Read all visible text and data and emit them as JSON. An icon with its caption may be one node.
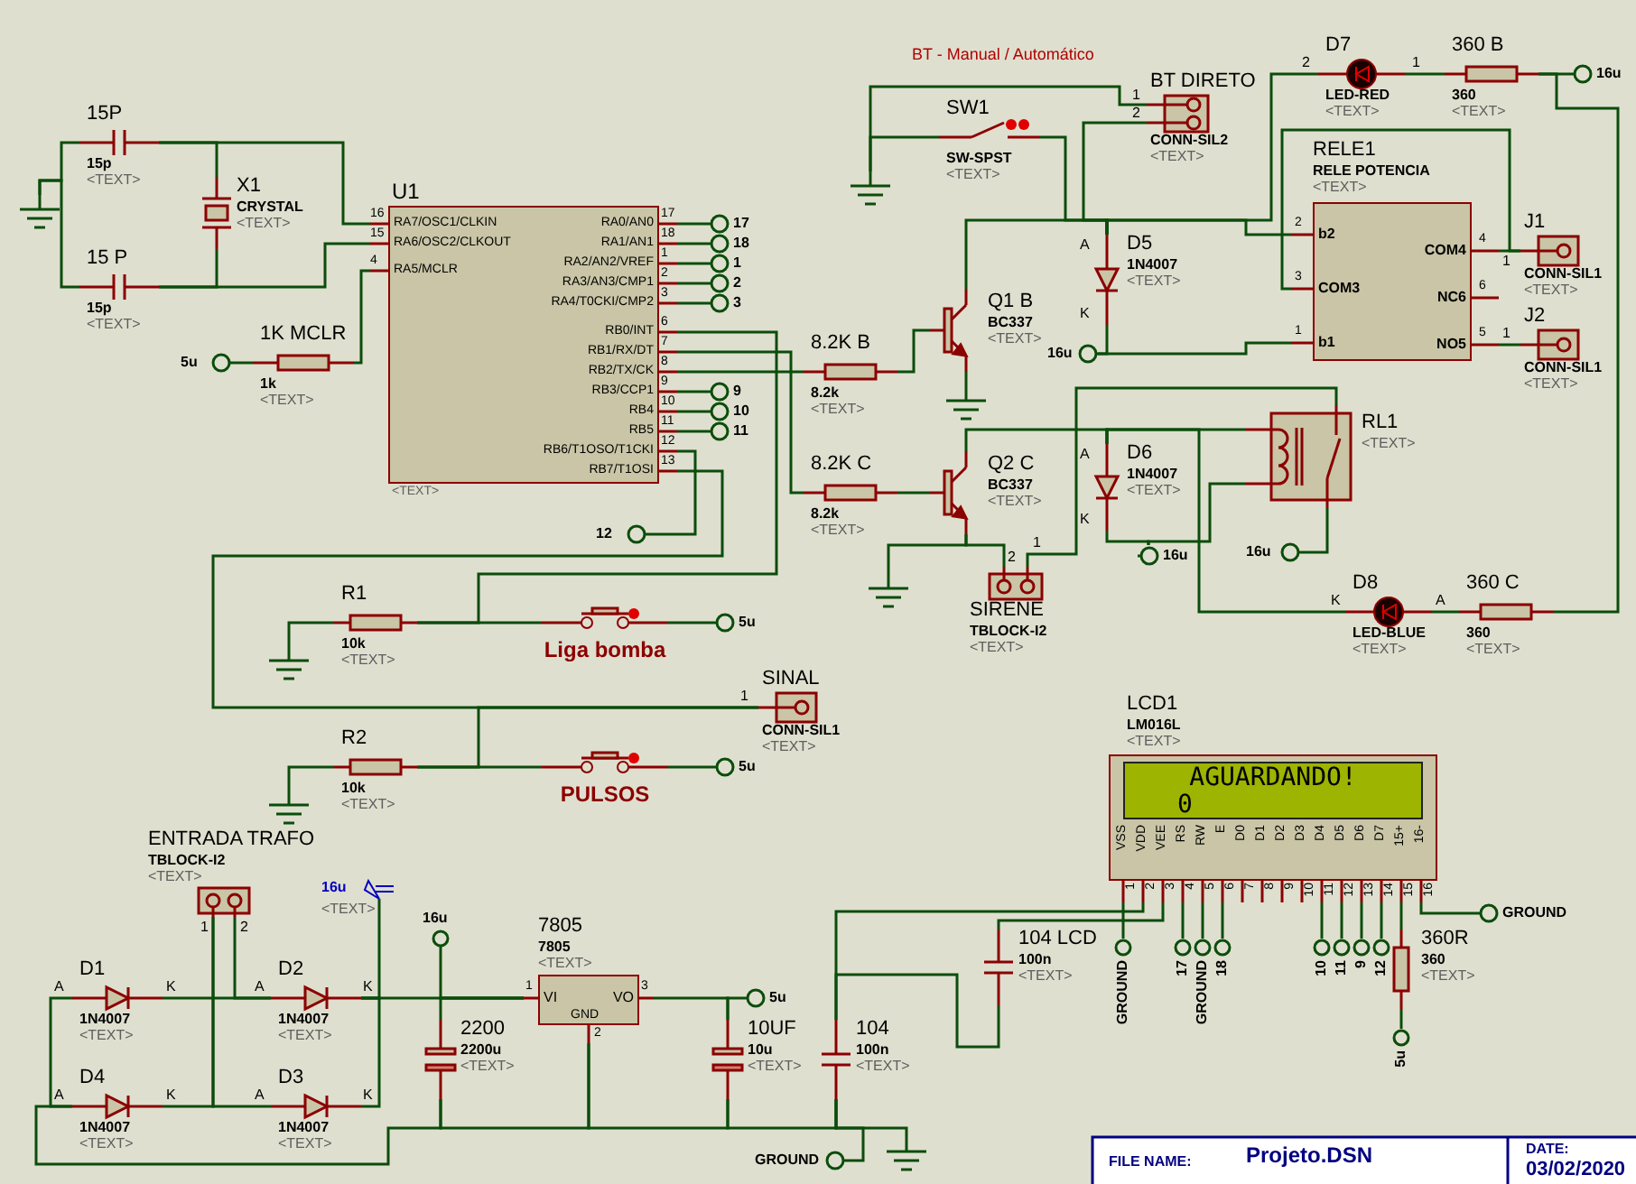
{
  "diagram": {
    "nodes": [
      {
        "text": [
          "15P",
          "15p",
          "<TEXT>"
        ]
      },
      {
        "text": [
          "15 P",
          "15p",
          "<TEXT>"
        ]
      },
      {
        "text": [
          "X1",
          "CRYSTAL",
          "<TEXT>"
        ]
      },
      {
        "text": [],
        "shape": "ground"
      },
      {
        "text": [
          "U1",
          "16",
          "RA7/OSC1/CLKIN",
          "15",
          "RA6/OSC2/CLKOUT",
          "4",
          "RA5/MCLR",
          "17",
          "RA0/AN0",
          "18",
          "RA1/AN1",
          "1",
          "RA2/AN2/VREF",
          "2",
          "RA3/AN3/CMP1",
          "3",
          "RA4/T0CKI/CMP2",
          "6",
          "RB0/INT",
          "7",
          "RB1/RX/DT",
          "8",
          "RB2/TX/CK",
          "9",
          "RB3/CCP1",
          "10",
          "RB4",
          "11",
          "RB5",
          "12",
          "RB6/T1OSO/T1CKI",
          "13",
          "RB7/T1OSI",
          "<TEXT>"
        ]
      },
      {
        "text": [
          "5u"
        ]
      },
      {
        "text": [
          "1K MCLR",
          "1k",
          "<TEXT>"
        ]
      },
      {
        "text": [
          "17"
        ]
      },
      {
        "text": [
          "18"
        ]
      },
      {
        "text": [
          "1"
        ]
      },
      {
        "text": [
          "2"
        ]
      },
      {
        "text": [
          "3"
        ]
      },
      {
        "text": [
          "9"
        ]
      },
      {
        "text": [
          "10"
        ]
      },
      {
        "text": [
          "11"
        ]
      },
      {
        "text": [
          "12"
        ]
      },
      {
        "text": [
          "8.2K B",
          "8.2k",
          "<TEXT>"
        ]
      },
      {
        "text": [
          "Q1 B",
          "BC337",
          "<TEXT>"
        ]
      },
      {
        "text": [],
        "shape": "ground"
      },
      {
        "text": [
          "8.2K C",
          "8.2k",
          "<TEXT>"
        ]
      },
      {
        "text": [
          "Q2 C",
          "BC337",
          "<TEXT>"
        ]
      },
      {
        "text": [],
        "shape": "ground"
      },
      {
        "text": [
          "SIRENE",
          "TBLOCK-I2",
          "<TEXT>"
        ]
      },
      {
        "text": [
          "SW1",
          "SW-SPST",
          "<TEXT>"
        ]
      },
      {
        "text": [],
        "shape": "ground"
      },
      {
        "text": [
          "BT DIRETO",
          "CONN-SIL2",
          "<TEXT>"
        ]
      },
      {
        "text": [
          "D7",
          "LED-RED",
          "<TEXT>"
        ]
      },
      {
        "text": [
          "360 B",
          "360",
          "<TEXT>"
        ]
      },
      {
        "text": [
          "16u"
        ]
      },
      {
        "text": [
          "D5",
          "1N4007",
          "<TEXT>"
        ],
        "beside": [
          "A",
          "K"
        ]
      },
      {
        "text": [
          "16u"
        ]
      },
      {
        "text": [
          "RELE1",
          "RELE POTENCIA",
          "<TEXT>",
          "b2",
          "COM3",
          "b1",
          "COM4",
          "NC6",
          "NO5",
          "2",
          "3",
          "1",
          "4",
          "6",
          "5"
        ]
      },
      {
        "text": [
          "J1",
          "CONN-SIL1",
          "<TEXT>"
        ]
      },
      {
        "text": [
          "J2",
          "CONN-SIL1",
          "<TEXT>"
        ]
      },
      {
        "text": [
          "D6",
          "1N4007",
          "<TEXT>"
        ],
        "beside": [
          "A",
          "K"
        ]
      },
      {
        "text": [
          "16u"
        ]
      },
      {
        "text": [
          "RL1",
          "<TEXT>"
        ]
      },
      {
        "text": [
          "16u"
        ]
      },
      {
        "text": [
          "D8",
          "LED-BLUE",
          "<TEXT>"
        ],
        "beside": [
          "K",
          "A"
        ]
      },
      {
        "text": [
          "360 C",
          "360",
          "<TEXT>"
        ]
      },
      {
        "text": [
          "R1",
          "10k",
          "<TEXT>"
        ]
      },
      {
        "text": [],
        "shape": "ground"
      },
      {
        "text": [
          "Liga bomba"
        ]
      },
      {
        "text": [
          "5u"
        ]
      },
      {
        "text": [
          "SINAL",
          "CONN-SIL1",
          "<TEXT>"
        ]
      },
      {
        "text": [
          "R2",
          "10k",
          "<TEXT>"
        ]
      },
      {
        "text": [],
        "shape": "ground"
      },
      {
        "text": [
          "PULSOS"
        ]
      },
      {
        "text": [
          "5u"
        ]
      },
      {
        "text": [
          "LCD1",
          "LM016L",
          "<TEXT>",
          "AGUARDANDO!",
          "0",
          "VSS",
          "VDD",
          "VEE",
          "RS",
          "RW",
          "E",
          "D0",
          "D1",
          "D2",
          "D3",
          "D4",
          "D5",
          "D6",
          "D7",
          "15+",
          "16-",
          "1",
          "2",
          "3",
          "4",
          "5",
          "6",
          "7",
          "8",
          "9",
          "10",
          "11",
          "12",
          "13",
          "14",
          "15",
          "16"
        ]
      },
      {
        "text": [
          "ENTRADA TRAFO",
          "TBLOCK-I2",
          "<TEXT>"
        ]
      },
      {
        "text": [
          "16u",
          "<TEXT>"
        ]
      },
      {
        "text": [
          "16u"
        ]
      },
      {
        "text": [
          "7805",
          "7805",
          "<TEXT>",
          "VI",
          "VO",
          "GND",
          "1",
          "3",
          "2"
        ]
      },
      {
        "text": [
          "D1",
          "1N4007",
          "<TEXT>"
        ],
        "beside": [
          "A",
          "K"
        ]
      },
      {
        "text": [
          "D2",
          "1N4007",
          "<TEXT>"
        ],
        "beside": [
          "A",
          "K"
        ]
      },
      {
        "text": [
          "D4",
          "1N4007",
          "<TEXT>"
        ],
        "beside": [
          "A",
          "K"
        ]
      },
      {
        "text": [
          "D3",
          "1N4007",
          "<TEXT>"
        ],
        "beside": [
          "A",
          "K"
        ]
      },
      {
        "text": [
          "2200",
          "2200u",
          "<TEXT>"
        ]
      },
      {
        "text": [
          "10UF",
          "10u",
          "<TEXT>"
        ]
      },
      {
        "text": [
          "104",
          "100n",
          "<TEXT>"
        ]
      },
      {
        "text": [
          "5u"
        ]
      },
      {
        "text": [],
        "shape": "ground"
      },
      {
        "text": [
          "GROUND"
        ]
      },
      {
        "text": [
          "104 LCD",
          "100n",
          "<TEXT>"
        ]
      },
      {
        "text": [
          "GROUND"
        ]
      },
      {
        "text": [
          "17"
        ]
      },
      {
        "text": [
          "GROUND"
        ]
      },
      {
        "text": [
          "18"
        ]
      },
      {
        "text": [
          "10"
        ]
      },
      {
        "text": [
          "11"
        ]
      },
      {
        "text": [
          "9"
        ]
      },
      {
        "text": [
          "12"
        ]
      },
      {
        "text": [
          "360R",
          "360",
          "<TEXT>"
        ]
      },
      {
        "text": [
          "5u"
        ]
      },
      {
        "text": [
          "GROUND"
        ]
      }
    ],
    "edges": [
      {
        "from": 0,
        "to": 4,
        "arrow": "none"
      },
      {
        "from": 2,
        "to": 0,
        "arrow": "none"
      },
      {
        "from": 1,
        "to": 4,
        "arrow": "none"
      },
      {
        "from": 2,
        "to": 1,
        "arrow": "none"
      },
      {
        "from": 0,
        "to": 3,
        "arrow": "none"
      },
      {
        "from": 1,
        "to": 3,
        "arrow": "none"
      },
      {
        "from": 5,
        "to": 6,
        "arrow": "none"
      },
      {
        "from": 6,
        "to": 4,
        "arrow": "none"
      },
      {
        "from": 4,
        "to": 7,
        "arrow": "none"
      },
      {
        "from": 4,
        "to": 8,
        "arrow": "none"
      },
      {
        "from": 4,
        "to": 9,
        "arrow": "none"
      },
      {
        "from": 4,
        "to": 10,
        "arrow": "none"
      },
      {
        "from": 4,
        "to": 11,
        "arrow": "none"
      },
      {
        "from": 4,
        "to": 12,
        "arrow": "none"
      },
      {
        "from": 4,
        "to": 13,
        "arrow": "none"
      },
      {
        "from": 4,
        "to": 14,
        "arrow": "none"
      },
      {
        "from": 4,
        "to": 15,
        "arrow": "none"
      },
      {
        "from": 4,
        "to": 16,
        "arrow": "none"
      },
      {
        "from": 4,
        "to": 19,
        "arrow": "none"
      },
      {
        "from": 4,
        "to": 40,
        "arrow": "none"
      },
      {
        "from": 4,
        "to": 44,
        "arrow": "none"
      },
      {
        "from": 40,
        "to": 41,
        "arrow": "none"
      },
      {
        "from": 40,
        "to": 42,
        "arrow": "none"
      },
      {
        "from": 42,
        "to": 43,
        "arrow": "none"
      },
      {
        "from": 45,
        "to": 44,
        "arrow": "none"
      },
      {
        "from": 45,
        "to": 46,
        "arrow": "none"
      },
      {
        "from": 45,
        "to": 47,
        "arrow": "none"
      },
      {
        "from": 47,
        "to": 48,
        "arrow": "none"
      },
      {
        "from": 16,
        "to": 17,
        "arrow": "none"
      },
      {
        "from": 17,
        "to": 18,
        "arrow": "none"
      },
      {
        "from": 19,
        "to": 20,
        "arrow": "none"
      },
      {
        "from": 17,
        "to": 29,
        "arrow": "none"
      },
      {
        "from": 29,
        "to": 30,
        "arrow": "none"
      },
      {
        "from": 23,
        "to": 24,
        "arrow": "none"
      },
      {
        "from": 23,
        "to": 29,
        "arrow": "none"
      },
      {
        "from": 25,
        "to": 24,
        "arrow": "none"
      },
      {
        "from": 25,
        "to": 29,
        "arrow": "none"
      },
      {
        "from": 26,
        "to": 29,
        "arrow": "none"
      },
      {
        "from": 26,
        "to": 27,
        "arrow": "none"
      },
      {
        "from": 27,
        "to": 28,
        "arrow": "none"
      },
      {
        "from": 31,
        "to": 29,
        "arrow": "none"
      },
      {
        "from": 31,
        "to": 30,
        "arrow": "none"
      },
      {
        "from": 31,
        "to": 32,
        "arrow": "none"
      },
      {
        "from": 31,
        "to": 32,
        "arrow": "none"
      },
      {
        "from": 31,
        "to": 33,
        "arrow": "none"
      },
      {
        "from": 20,
        "to": 21,
        "arrow": "none"
      },
      {
        "from": 22,
        "to": 20,
        "arrow": "none"
      },
      {
        "from": 20,
        "to": 34,
        "arrow": "none"
      },
      {
        "from": 34,
        "to": 35,
        "arrow": "none"
      },
      {
        "from": 36,
        "to": 34,
        "arrow": "none"
      },
      {
        "from": 36,
        "to": 35,
        "arrow": "none"
      },
      {
        "from": 36,
        "to": 37,
        "arrow": "none"
      },
      {
        "from": 36,
        "to": 22,
        "arrow": "none"
      },
      {
        "from": 38,
        "to": 34,
        "arrow": "none"
      },
      {
        "from": 38,
        "to": 39,
        "arrow": "none"
      },
      {
        "from": 39,
        "to": 27,
        "arrow": "none"
      },
      {
        "from": 49,
        "to": 65,
        "arrow": "none"
      },
      {
        "from": 49,
        "to": 60,
        "arrow": "none"
      },
      {
        "from": 49,
        "to": 64,
        "arrow": "none"
      },
      {
        "from": 64,
        "to": 60,
        "arrow": "none"
      },
      {
        "from": 49,
        "to": 66,
        "arrow": "none"
      },
      {
        "from": 49,
        "to": 67,
        "arrow": "none"
      },
      {
        "from": 49,
        "to": 68,
        "arrow": "none"
      },
      {
        "from": 49,
        "to": 69,
        "arrow": "none"
      },
      {
        "from": 49,
        "to": 70,
        "arrow": "none"
      },
      {
        "from": 49,
        "to": 71,
        "arrow": "none"
      },
      {
        "from": 49,
        "to": 72,
        "arrow": "none"
      },
      {
        "from": 49,
        "to": 73,
        "arrow": "none"
      },
      {
        "from": 73,
        "to": 74,
        "arrow": "none"
      },
      {
        "from": 49,
        "to": 75,
        "arrow": "none"
      },
      {
        "from": 50,
        "to": 56,
        "arrow": "none"
      },
      {
        "from": 50,
        "to": 57,
        "arrow": "none"
      },
      {
        "from": 50,
        "to": 55,
        "arrow": "none"
      },
      {
        "from": 54,
        "to": 55,
        "arrow": "none"
      },
      {
        "from": 54,
        "to": 56,
        "arrow": "none"
      },
      {
        "from": 55,
        "to": 53,
        "arrow": "none"
      },
      {
        "from": 57,
        "to": 55,
        "arrow": "none"
      },
      {
        "from": 51,
        "to": 55,
        "arrow": "none"
      },
      {
        "from": 52,
        "to": 53,
        "arrow": "none"
      },
      {
        "from": 58,
        "to": 53,
        "arrow": "none"
      },
      {
        "from": 56,
        "to": 58,
        "arrow": "none"
      },
      {
        "from": 58,
        "to": 53,
        "arrow": "none"
      },
      {
        "from": 53,
        "to": 59,
        "arrow": "none"
      },
      {
        "from": 59,
        "to": 60,
        "arrow": "none"
      },
      {
        "from": 60,
        "to": 62,
        "arrow": "none"
      },
      {
        "from": 63,
        "to": 60,
        "arrow": "none"
      },
      {
        "from": 53,
        "to": 59,
        "arrow": "none"
      },
      {
        "from": 59,
        "to": 61,
        "arrow": "none"
      }
    ],
    "labels": [
      "BT - Manual / Automático",
      "1",
      "2",
      "2",
      "1",
      "2",
      "1",
      "1",
      "1",
      "1",
      "1",
      "2",
      "FILE NAME:",
      "Projeto.DSN",
      "DATE:",
      "03/02/2020"
    ]
  }
}
